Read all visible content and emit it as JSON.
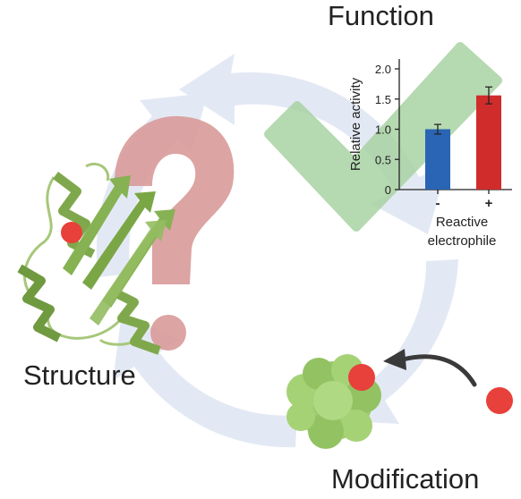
{
  "labels": {
    "function": "Function",
    "structure": "Structure",
    "modification": "Modification"
  },
  "colors": {
    "cycle_arrows": "#e3e9f4",
    "question_mark": "#d99a9a",
    "check_mark": "#a9d3a3",
    "protein_ribbon": "#8bb15a",
    "protein_blob": "#9ccb6d",
    "electrophile": "#e8403a",
    "arrow_dark": "#3a3a3a",
    "bar_minus": "#2a64b4",
    "bar_plus": "#d12c2c"
  },
  "icons": [
    "cycle-arrows-icon",
    "question-mark-icon",
    "check-mark-icon",
    "protein-ribbon-icon",
    "protein-blob-icon",
    "electrophile-dot-icon",
    "curved-arrow-icon"
  ],
  "chart_data": {
    "type": "bar",
    "categories": [
      "-",
      "+"
    ],
    "values": [
      1.0,
      1.56
    ],
    "errors": [
      0.08,
      0.14
    ],
    "ylabel": "Relative activity",
    "xlabel_lines": [
      "Reactive",
      "electrophile"
    ],
    "ylim": [
      0,
      2.0
    ],
    "yticks": [
      "0",
      "0.5",
      "1.0",
      "1.5",
      "2.0"
    ],
    "colors": [
      "#2a64b4",
      "#d12c2c"
    ]
  }
}
